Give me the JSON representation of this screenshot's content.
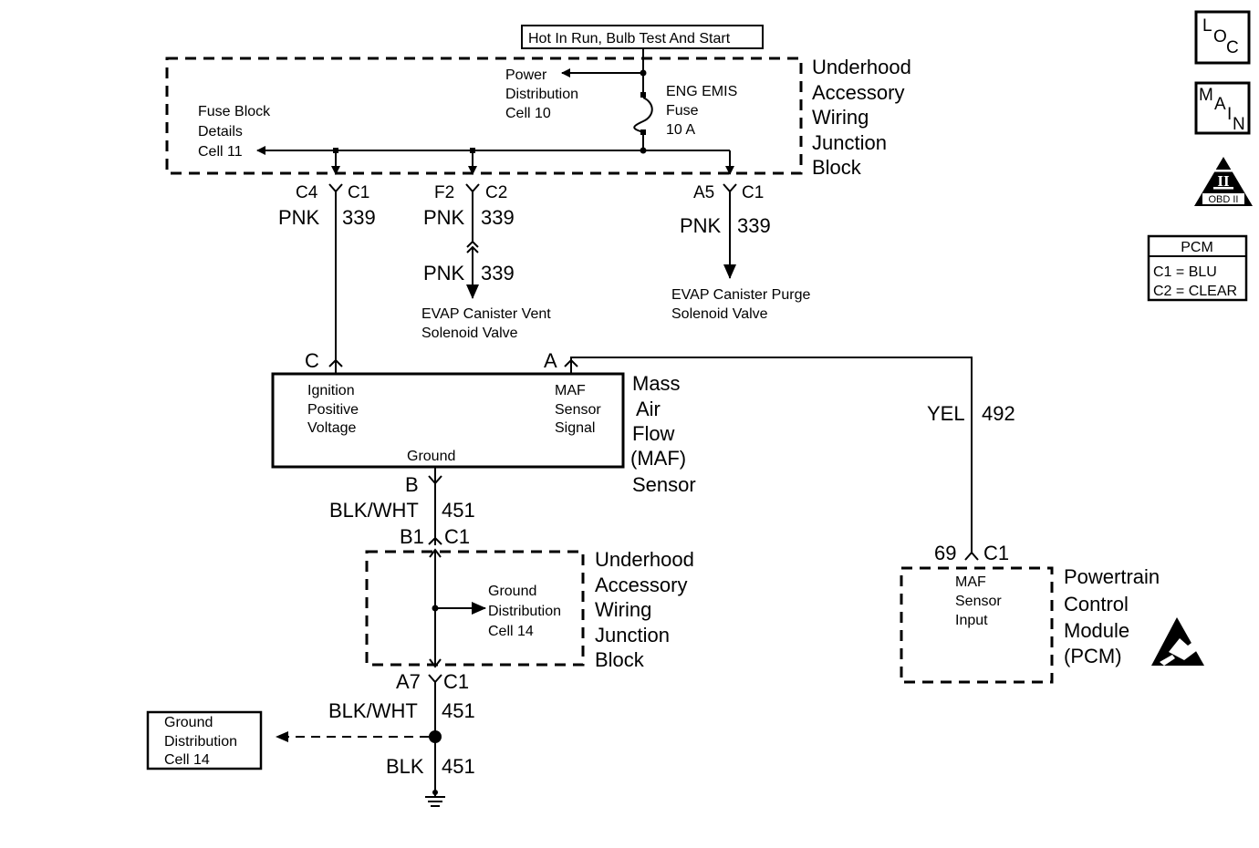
{
  "power_source": "Hot In Run, Bulb Test And Start",
  "top_block": {
    "title": [
      "Underhood",
      "Accessory",
      "Wiring",
      "Junction",
      "Block"
    ],
    "power_ref": [
      "Power",
      "Distribution",
      "Cell 10"
    ],
    "fuse_ref": [
      "Fuse Block",
      "Details",
      "Cell 11"
    ],
    "fuse": [
      "ENG EMIS",
      "Fuse",
      "10 A"
    ]
  },
  "connectors": {
    "c4": {
      "pin": "C4",
      "conn": "C1",
      "color": "PNK",
      "circuit": "339"
    },
    "f2": {
      "pin": "F2",
      "conn": "C2",
      "color": "PNK",
      "circuit": "339"
    },
    "a5": {
      "pin": "A5",
      "conn": "C1",
      "color": "PNK",
      "circuit": "339"
    },
    "vent_wire": {
      "color": "PNK",
      "circuit": "339"
    },
    "maf_c": "C",
    "maf_a": "A",
    "maf_b": "B",
    "maf_ground_wire": {
      "color": "BLK/WHT",
      "circuit": "451"
    },
    "b1": {
      "pin": "B1",
      "conn": "C1"
    },
    "a7": {
      "pin": "A7",
      "conn": "C1"
    },
    "a7_wire": {
      "color": "BLK/WHT",
      "circuit": "451"
    },
    "ground_wire": {
      "color": "BLK",
      "circuit": "451"
    },
    "signal_wire": {
      "color": "YEL",
      "circuit": "492"
    },
    "pcm_pin": {
      "pin": "69",
      "conn": "C1"
    }
  },
  "vent_valve": [
    "EVAP  Canister Vent",
    "Solenoid Valve"
  ],
  "purge_valve": [
    "EVAP  Canister Purge",
    "Solenoid Valve"
  ],
  "maf": {
    "title": [
      "Mass",
      "Air",
      "Flow",
      "(MAF)",
      "Sensor"
    ],
    "ignition": [
      "Ignition",
      "Positive",
      "Voltage"
    ],
    "signal": [
      "MAF",
      "Sensor",
      "Signal"
    ],
    "ground": "Ground"
  },
  "lower_block": {
    "title": [
      "Underhood",
      "Accessory",
      "Wiring",
      "Junction",
      "Block"
    ],
    "ground_ref": [
      "Ground",
      "Distribution",
      "Cell 14"
    ]
  },
  "ground_box": [
    "Ground",
    "Distribution",
    "Cell 14"
  ],
  "pcm_module": {
    "title": [
      "Powertrain",
      "Control",
      "Module",
      "(PCM)"
    ],
    "input": [
      "MAF",
      "Sensor",
      "Input"
    ]
  },
  "side_icons": {
    "loc": [
      "L",
      "O",
      "C"
    ],
    "main": [
      "M",
      "A",
      "I",
      "N"
    ],
    "obd_numeral": "II",
    "obd_label": "OBD II"
  },
  "pcm_legend": {
    "title": "PCM",
    "rows": [
      "C1 = BLU",
      "C2 = CLEAR"
    ]
  }
}
